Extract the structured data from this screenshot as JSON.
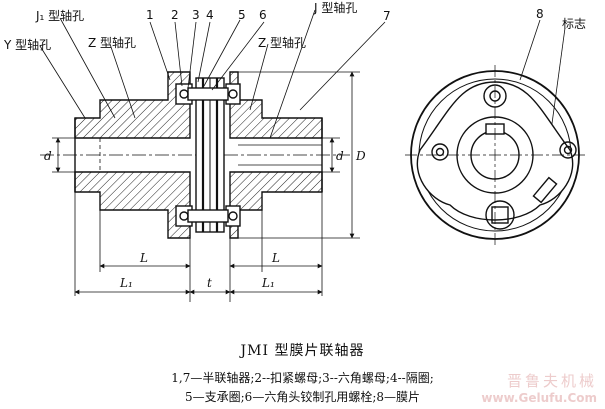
{
  "title": "JMI 型膜片联轴器",
  "legend": {
    "line1": "1,7—半联轴器;2--扣紧螺母;3--六角螺母;4--隔圈;",
    "line2": "5—支承圈;6—六角头铰制孔用螺栓;8—膜片"
  },
  "labels": {
    "j1_hole": "J₁ 型轴孔",
    "y_hole": "Y 型轴孔",
    "z_hole_left": "Z 型轴孔",
    "z_hole_right": "Z 型轴孔",
    "j_hole": "J 型轴孔",
    "biaozhi": "标志",
    "n1": "1",
    "n2": "2",
    "n3": "3",
    "n4": "4",
    "n5": "5",
    "n6": "6",
    "n7": "7",
    "n8": "8"
  },
  "dims": {
    "d_left": "d",
    "d_right": "d",
    "D": "D",
    "L_left": "L",
    "L_right": "L",
    "t": "t",
    "L1_left": "L₁",
    "L1_right": "L₁"
  },
  "watermark": {
    "cn": "晋鲁夫机械",
    "url": "www.Gelufu.Com"
  }
}
